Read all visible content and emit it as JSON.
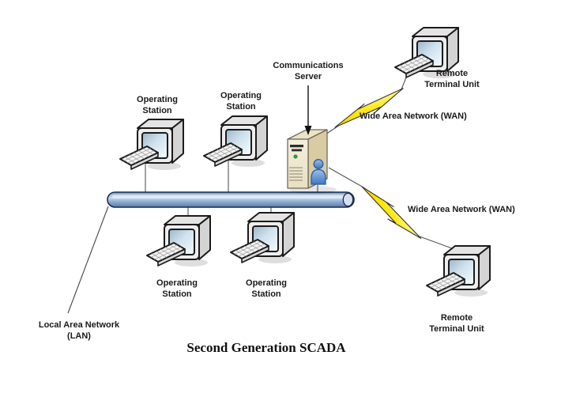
{
  "title": "Second Generation SCADA",
  "nodes": {
    "comm_server": {
      "label": "Communications\nServer"
    },
    "os_top_left": {
      "label": "Operating\nStation"
    },
    "os_top_right": {
      "label": "Operating\nStation"
    },
    "os_bottom_left": {
      "label": "Operating\nStation"
    },
    "os_bottom_right": {
      "label": "Operating\nStation"
    },
    "rtu_top": {
      "label": "Remote\nTerminal Unit"
    },
    "rtu_bottom": {
      "label": "Remote\nTerminal Unit"
    }
  },
  "links": {
    "wan_top": {
      "label": "Wide Area Network (WAN)"
    },
    "wan_bottom": {
      "label": "Wide Area Network (WAN)"
    },
    "lan": {
      "label": "Local Area Network\n(LAN)"
    }
  },
  "icons": {
    "computer-icon": "crt monitor with keyboard",
    "server-tower-icon": "beige tower server case",
    "person-icon": "blue person figure",
    "lightning-icon": "yellow lightning bolt (WAN link)",
    "lan-bus-icon": "blue cylindrical bus pipe",
    "down-arrow-icon": "pointer arrow to server"
  },
  "colors": {
    "background": "#FFFFFF",
    "text": "#1A1A1A",
    "bus_blue": "#7FA1C8",
    "bus_border": "#1C2B4A",
    "lightning_yellow": "#FFE70A",
    "server_beige": "#EFE8CF",
    "person_blue": "#4176BE",
    "monitor_gray": "#EDEDED"
  }
}
